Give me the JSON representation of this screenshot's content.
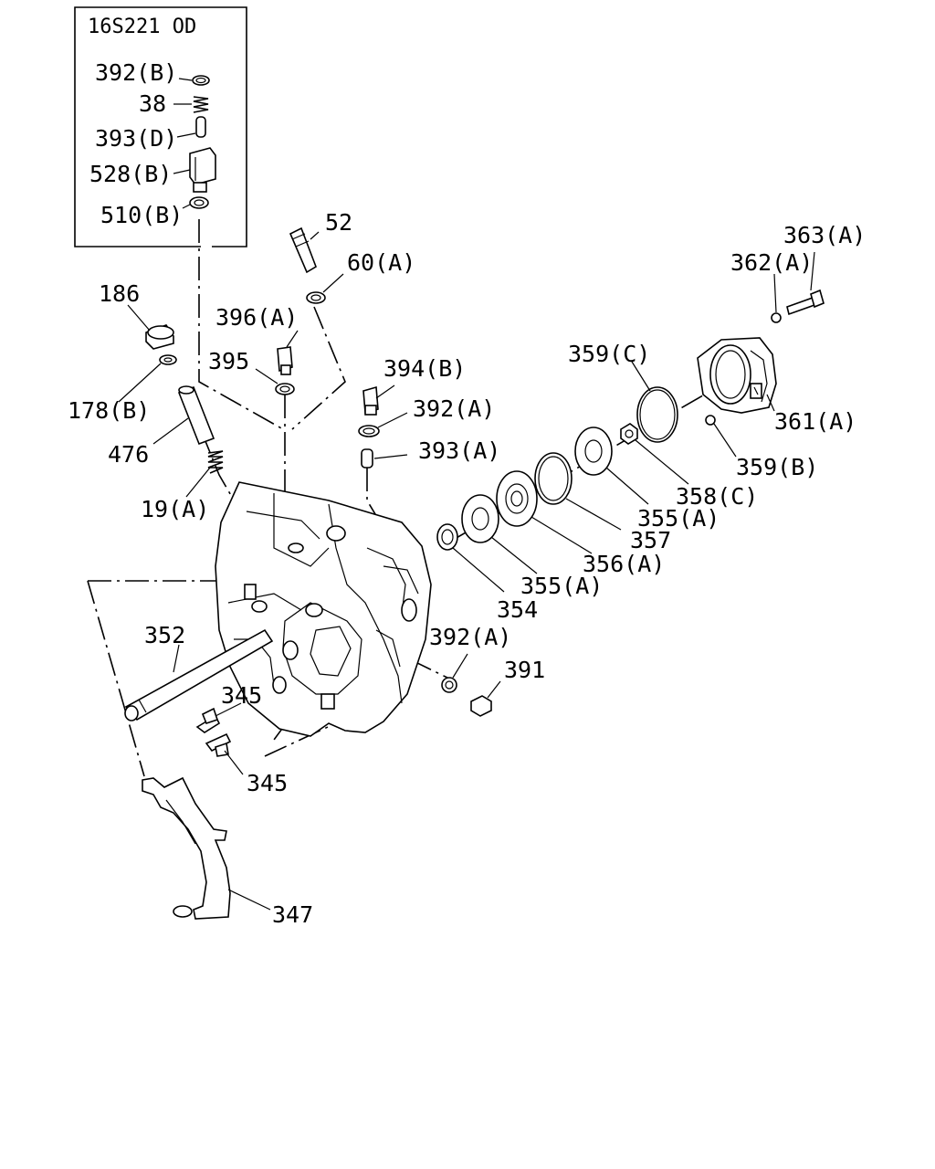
{
  "diagram": {
    "inset_title": "16S221 OD",
    "inset_labels": {
      "l392b": "392(B)",
      "l38": "38",
      "l393d": "393(D)",
      "l528b": "528(B)",
      "l510b": "510(B)"
    },
    "labels": {
      "l52": "52",
      "l60a": "60(A)",
      "l186": "186",
      "l396a": "396(A)",
      "l395": "395",
      "l394b": "394(B)",
      "l392a_top": "392(A)",
      "l393a": "393(A)",
      "l178b": "178(B)",
      "l476": "476",
      "l19a": "19(A)",
      "l363a": "363(A)",
      "l362a": "362(A)",
      "l359c": "359(C)",
      "l361a": "361(A)",
      "l359b": "359(B)",
      "l358c": "358(C)",
      "l355a_r": "355(A)",
      "l357": "357",
      "l356a": "356(A)",
      "l355a_l": "355(A)",
      "l354": "354",
      "l392a_low": "392(A)",
      "l391": "391",
      "l352": "352",
      "l345_top": "345",
      "l345_bot": "345",
      "l347": "347"
    }
  }
}
